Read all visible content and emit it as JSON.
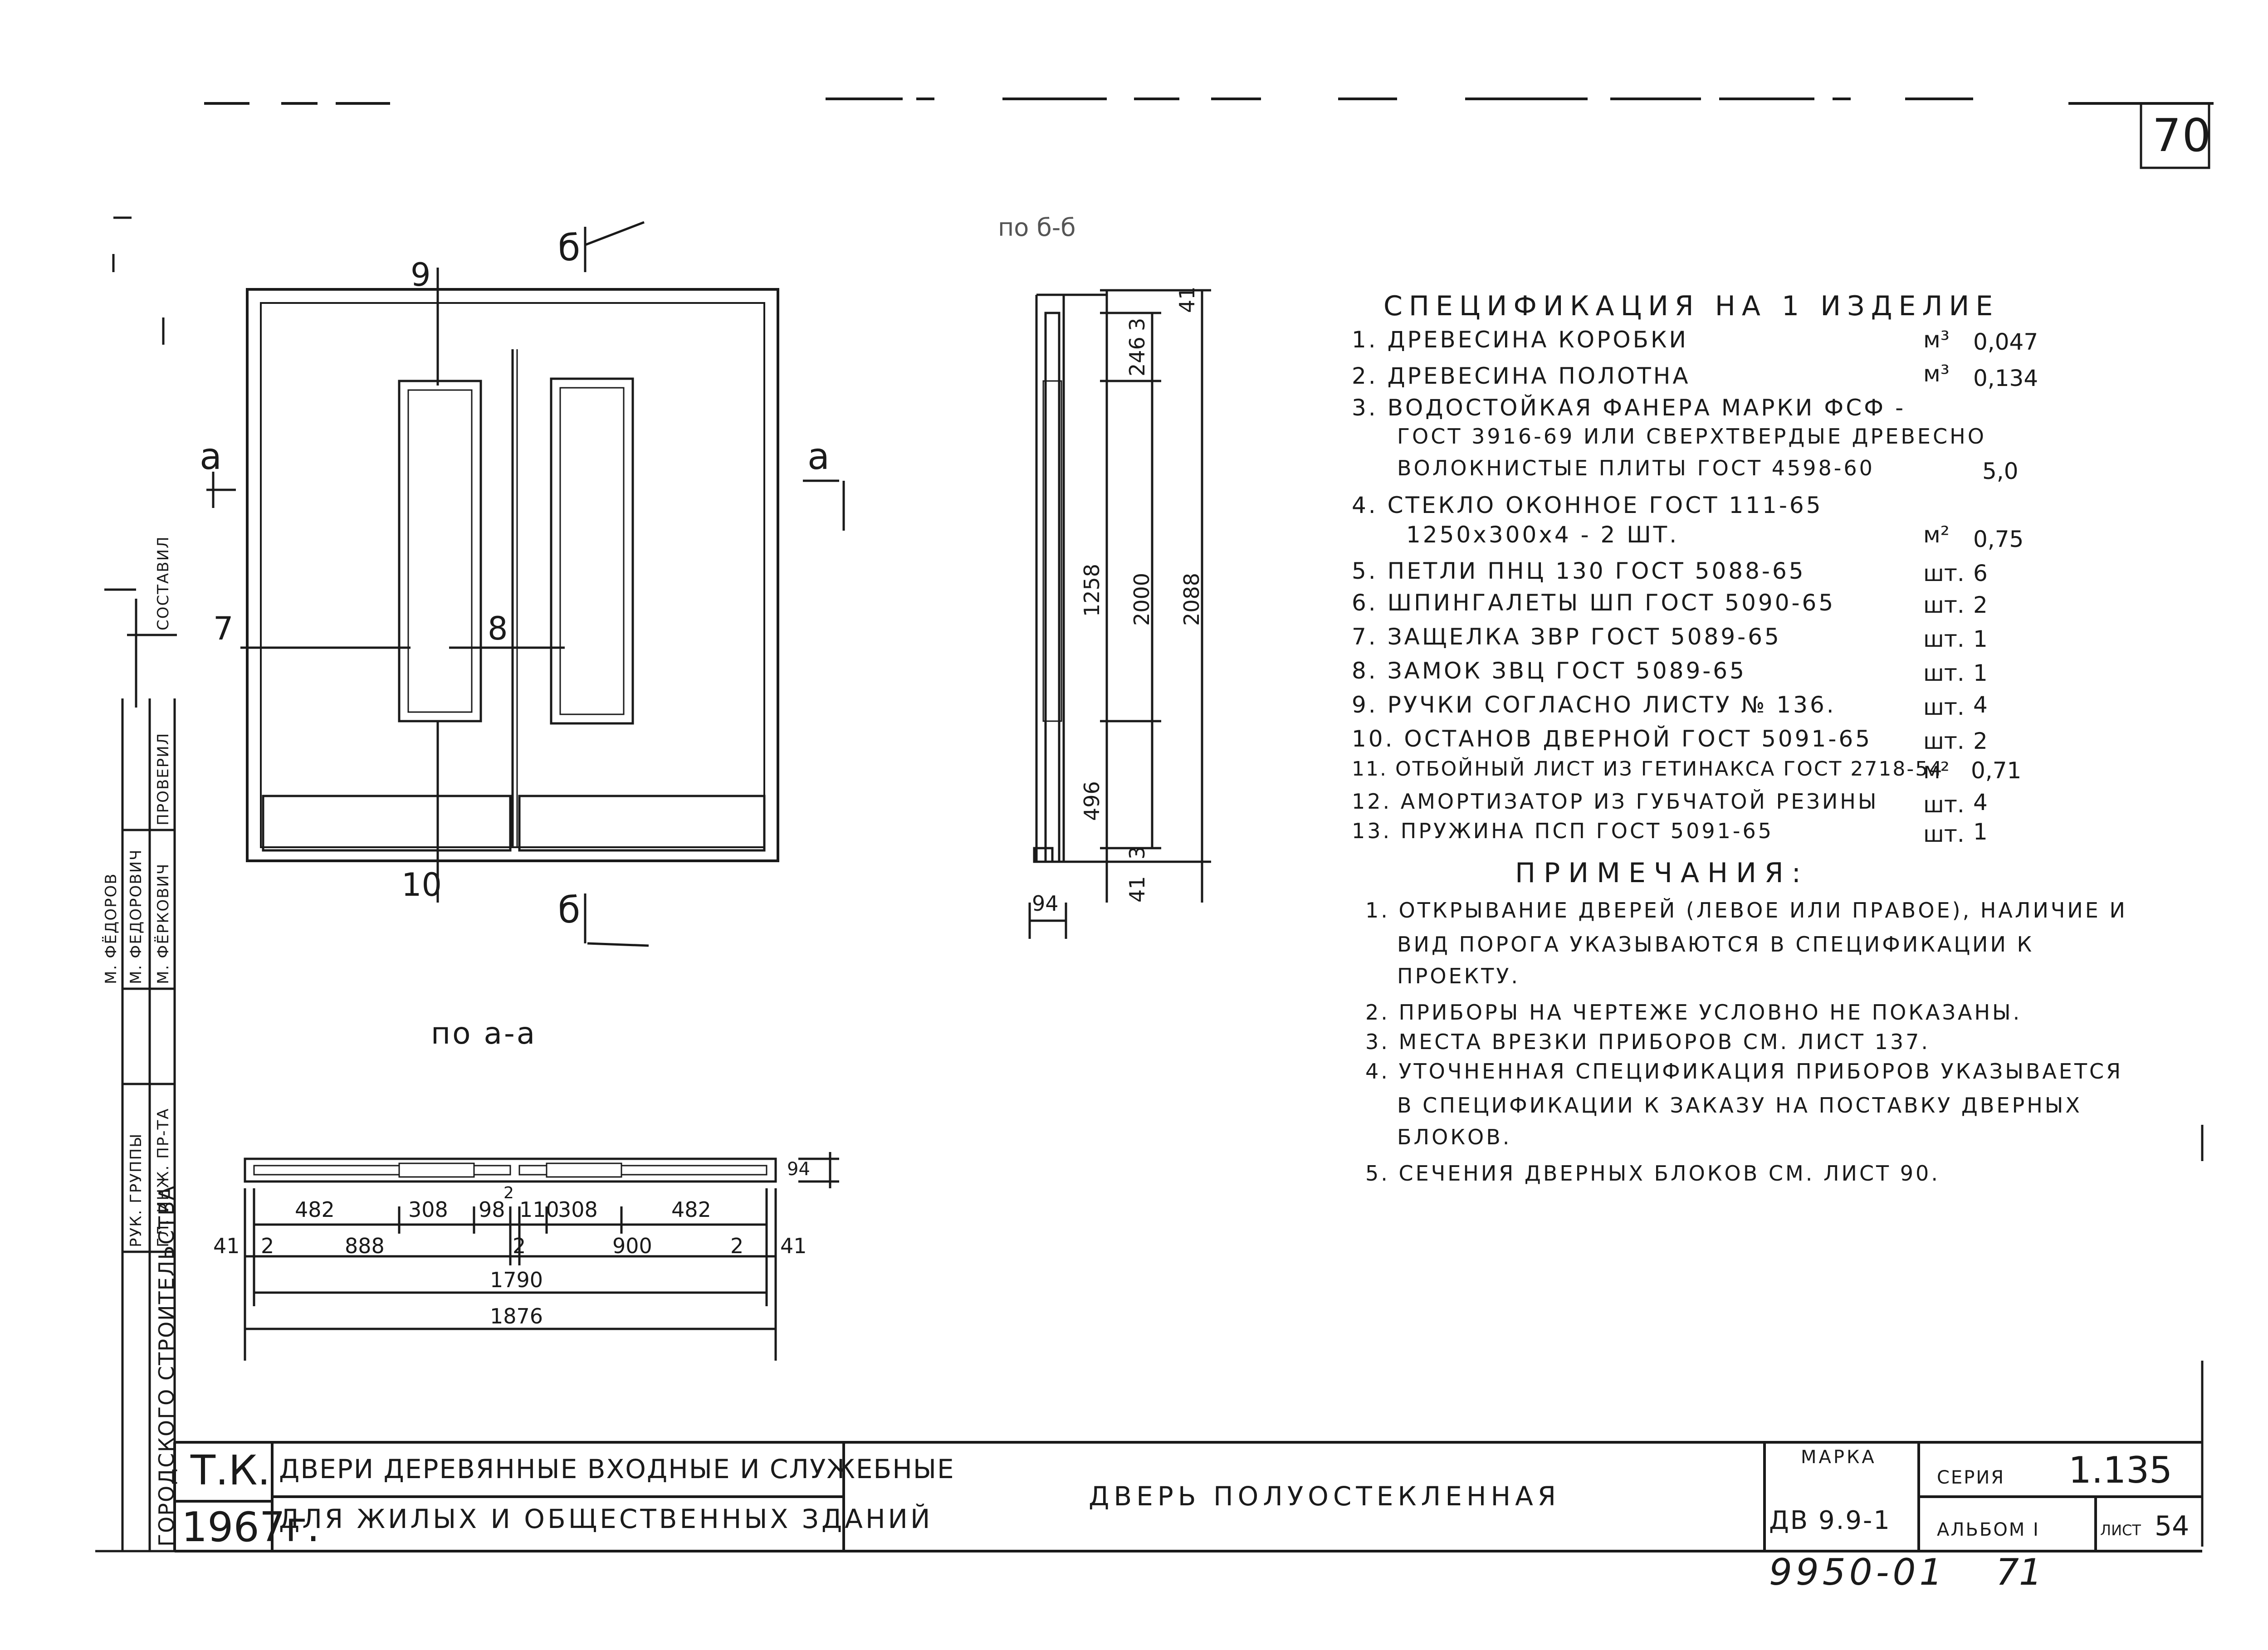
{
  "sheet_corner_number": "70",
  "elevation": {
    "cut_labels": {
      "a_left": "a",
      "a_right": "a",
      "b_top": "б",
      "b_bottom": "б"
    },
    "callouts": [
      "9",
      "7",
      "8",
      "10"
    ]
  },
  "section_bb": {
    "title": "по б-б",
    "dims": [
      "41",
      "3",
      "246",
      "1258",
      "2000",
      "2088",
      "496",
      "3",
      "41",
      "94"
    ]
  },
  "section_aa": {
    "title": "по а-а",
    "row1": [
      "482",
      "308",
      "98",
      "2",
      "110",
      "308",
      "482"
    ],
    "row2": [
      "41",
      "2",
      "888",
      "2",
      "900",
      "2",
      "41"
    ],
    "row3": "1790",
    "row4": "1876",
    "thickness": "94"
  },
  "spec": {
    "title": "СПЕЦИФИКАЦИЯ НА 1 ИЗДЕЛИЕ",
    "items": [
      {
        "text": "1. ДРЕВЕСИНА КОРОБКИ",
        "unit": "м³",
        "qty": "0,047"
      },
      {
        "text": "2. ДРЕВЕСИНА ПОЛОТНА",
        "unit": "м³",
        "qty": "0,134"
      },
      {
        "text": "3. ВОДОСТОЙКАЯ ФАНЕРА МАРКИ ФСФ -",
        "unit": "",
        "qty": ""
      },
      {
        "text": "ГОСТ 3916-69 ИЛИ СВЕРХТВЕРДЫЕ ДРЕВЕСНО",
        "unit": "",
        "qty": ""
      },
      {
        "text": "ВОЛОКНИСТЫЕ ПЛИТЫ ГОСТ 4598-60",
        "unit": "",
        "qty": "5,0"
      },
      {
        "text": "4. СТЕКЛО ОКОННОЕ ГОСТ 111-65",
        "unit": "",
        "qty": ""
      },
      {
        "text": "1250х300х4 - 2 ШТ.",
        "unit": "м²",
        "qty": "0,75"
      },
      {
        "text": "5. ПЕТЛИ ПНЦ 130 ГОСТ 5088-65",
        "unit": "шт.",
        "qty": "6"
      },
      {
        "text": "6. ШПИНГАЛЕТЫ ШП ГОСТ 5090-65",
        "unit": "шт.",
        "qty": "2"
      },
      {
        "text": "7. ЗАЩЕЛКА ЗВР ГОСТ 5089-65",
        "unit": "шт.",
        "qty": "1"
      },
      {
        "text": "8. ЗАМОК ЗВЦ ГОСТ 5089-65",
        "unit": "шт.",
        "qty": "1"
      },
      {
        "text": "9. РУЧКИ СОГЛАСНО ЛИСТУ № 136.",
        "unit": "шт.",
        "qty": "4"
      },
      {
        "text": "10. ОСТАНОВ ДВЕРНОЙ ГОСТ 5091-65",
        "unit": "шт.",
        "qty": "2"
      },
      {
        "text": "11. ОТБОЙНЫЙ ЛИСТ ИЗ ГЕТИНАКСА ГОСТ 2718-54",
        "unit": "м²",
        "qty": "0,71"
      },
      {
        "text": "12. АМОРТИЗАТОР ИЗ ГУБЧАТОЙ РЕЗИНЫ",
        "unit": "шт.",
        "qty": "4"
      },
      {
        "text": "13. ПРУЖИНА ПСП ГОСТ 5091-65",
        "unit": "шт.",
        "qty": "1"
      }
    ]
  },
  "notes": {
    "title": "ПРИМЕЧАНИЯ:",
    "lines": [
      "1. ОТКРЫВАНИЕ ДВЕРЕЙ (ЛЕВОЕ ИЛИ ПРАВОЕ), НАЛИЧИЕ И",
      "ВИД ПОРОГА УКАЗЫВАЮТСЯ В СПЕЦИФИКАЦИИ К",
      "ПРОЕКТУ.",
      "2. ПРИБОРЫ НА ЧЕРТЕЖЕ УСЛОВНО НЕ ПОКАЗАНЫ.",
      "3. МЕСТА ВРЕЗКИ ПРИБОРОВ СМ. ЛИСТ 137.",
      "4. УТОЧНЕННАЯ СПЕЦИФИКАЦИЯ ПРИБОРОВ УКАЗЫВАЕТСЯ",
      "В СПЕЦИФИКАЦИИ К ЗАКАЗУ НА ПОСТАВКУ ДВЕРНЫХ",
      "БЛОКОВ.",
      "5. СЕЧЕНИЯ ДВЕРНЫХ БЛОКОВ СМ. ЛИСТ 90."
    ]
  },
  "stamp": {
    "org_line1": "ГОРОДСКОГО СТРОИТЕЛЬСТВА",
    "roles": [
      "ГЛ. ИНЖ. ПР-ТА",
      "РУК. ГРУППЫ",
      "ПРОВЕРИЛ",
      "СОСТАВИЛ"
    ],
    "names": [
      "М. ФЁДОРОВ",
      "М. ФЕДОРОВИЧ",
      "М. ФЁРКОВИЧ"
    ]
  },
  "title_block": {
    "tk": "Т.К.",
    "year": "1967г.",
    "description_line1": "ДВЕРИ ДЕРЕВЯННЫЕ ВХОДНЫЕ И СЛУЖЕБНЫЕ",
    "description_line2": "ДЛЯ ЖИЛЫХ И ОБЩЕСТВЕННЫХ ЗДАНИЙ",
    "name": "ДВЕРЬ ПОЛУОСТЕКЛЕННАЯ",
    "marka_label": "МАРКА",
    "marka_value": "ДВ 9.9-1",
    "seria_label": "СЕРИЯ",
    "seria_value": "1.135",
    "album_label": "АЛЬБОМ I",
    "list_label": "ЛИСТ",
    "list_value": "54"
  },
  "inventory_number": "9950-01",
  "inventory_page": "71"
}
